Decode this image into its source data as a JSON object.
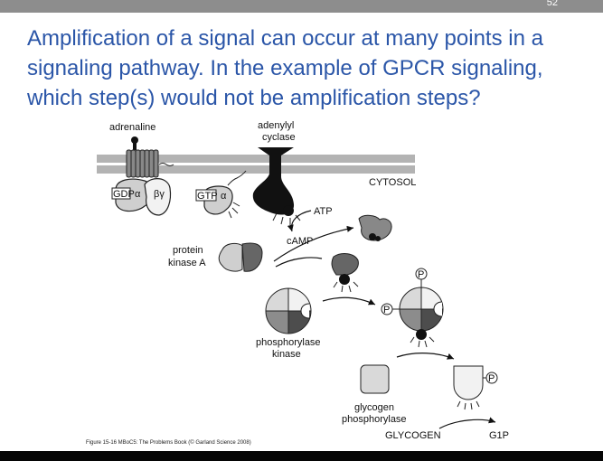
{
  "slide": {
    "number": "52"
  },
  "title": {
    "line1": "Amplification of a signal can occur at many points in a",
    "line2": "signaling pathway. In the example of GPCR signaling,",
    "line3": "which step(s) would not be amplification steps?"
  },
  "figure": {
    "labels": {
      "adrenaline": "adrenaline",
      "adenylyl1": "adenylyl",
      "adenylyl2": "cyclase",
      "cytosol": "CYTOSOL",
      "gdp": "GDP",
      "alpha1": "α",
      "betagamma": "βγ",
      "gtp": "GTP",
      "alpha2": "α",
      "atp": "ATP",
      "camp": "cAMP",
      "pka1": "protein",
      "pka2": "kinase A",
      "phk1": "phosphorylase",
      "phk2": "kinase",
      "gp1": "glycogen",
      "gp2": "phosphorylase",
      "p": "P",
      "glycogen": "GLYCOGEN",
      "g1p": "G1P"
    },
    "caption": "Figure 15-16  MBoC5: The Problems Book (© Garland Science 2008)"
  }
}
